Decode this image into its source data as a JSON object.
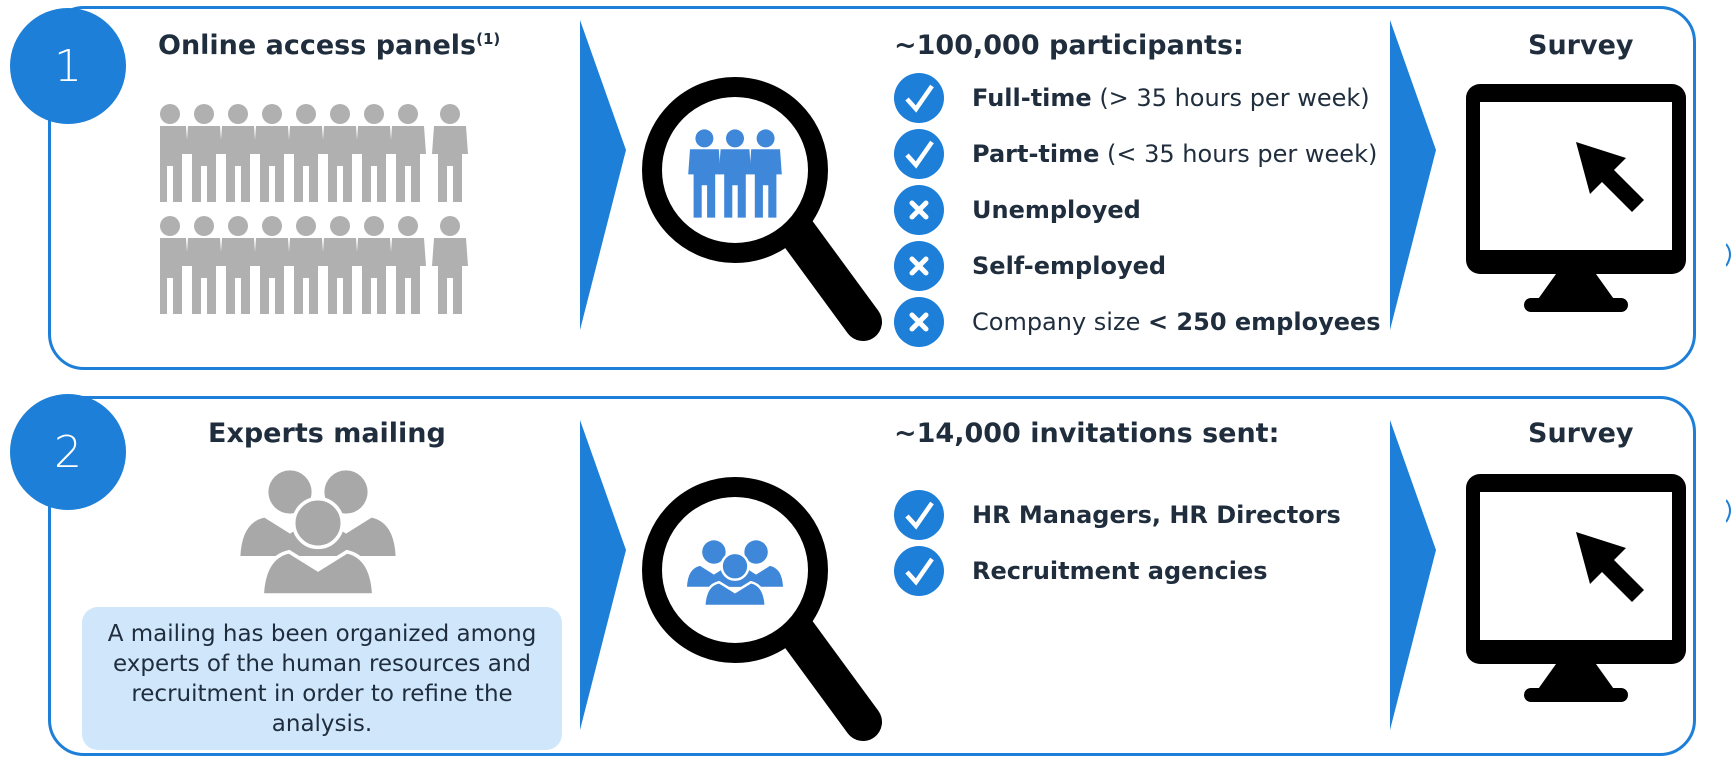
{
  "step1": {
    "number": "1",
    "source_title": "Online access panels",
    "source_footnote": "(1)",
    "sample_title": "~100,000 participants:",
    "criteria": [
      {
        "icon": "check",
        "bold": "Full-time",
        "rest": " (> 35 hours per week)",
        "rest_bold": ""
      },
      {
        "icon": "check",
        "bold": "Part-time",
        "rest": " (< 35 hours per week)",
        "rest_bold": ""
      },
      {
        "icon": "cross",
        "bold": "Unemployed",
        "rest": "",
        "rest_bold": ""
      },
      {
        "icon": "cross",
        "bold": "Self-employed",
        "rest": "",
        "rest_bold": ""
      },
      {
        "icon": "cross",
        "bold": "",
        "rest": "Company size ",
        "rest_bold": "< 250 employees"
      }
    ],
    "survey_title": "Survey"
  },
  "step2": {
    "number": "2",
    "source_title": "Experts mailing",
    "note": "A mailing has been organized among experts of the human resources and recruitment in order to refine the analysis.",
    "sample_title": "~14,000 invitations sent:",
    "criteria": [
      {
        "icon": "check",
        "bold": "HR Managers, HR Directors",
        "rest": "",
        "rest_bold": ""
      },
      {
        "icon": "check",
        "bold": "Recruitment agencies",
        "rest": "",
        "rest_bold": ""
      }
    ],
    "survey_title": "Survey"
  },
  "icons": {
    "crowd": "people-crowd-icon",
    "experts": "expert-group-icon",
    "magnifier": "magnifier-icon",
    "monitor": "monitor-cursor-icon",
    "check": "check-icon",
    "cross": "cross-icon"
  },
  "colors": {
    "accent": "#1d7fd8",
    "people_gray": "#b0b0b0",
    "note_bg": "#cfe6fb",
    "text": "#1f2d3d"
  }
}
